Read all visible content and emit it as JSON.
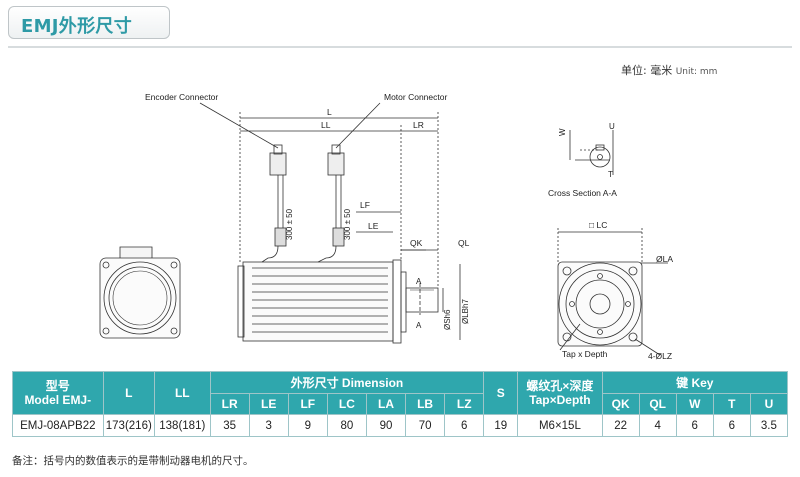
{
  "title": "EMJ外形尺寸",
  "unit_note": {
    "cn": "单位: 毫米",
    "en": "Unit: mm"
  },
  "drawing": {
    "encoder_connector": "Encoder Connector",
    "motor_connector": "Motor Connector",
    "cable_length": "300 ± 50",
    "dim_L": "L",
    "dim_LL": "LL",
    "dim_LR": "LR",
    "dim_LF": "LF",
    "dim_LE": "LE",
    "dim_QK": "QK",
    "dim_QL": "QL",
    "dim_A": "A",
    "dim_S": "ØSh6",
    "dim_LB": "ØLBh7",
    "cross_W": "W",
    "cross_U": "U",
    "cross_T": "T",
    "cross_section": "Cross Section A-A",
    "dim_LC": "□ LC",
    "dim_LA": "ØLA",
    "tap_depth": "Tap x Depth",
    "dim_LZ": "4-ØLZ"
  },
  "table": {
    "header": {
      "model_cn": "型号",
      "model_en": "Model EMJ-",
      "L": "L",
      "LL": "LL",
      "dimension_group": "外形尺寸 Dimension",
      "S": "S",
      "tap_cn": "螺纹孔×深度",
      "tap_en": "Tap×Depth",
      "key_group": "键 Key",
      "dim_cols": [
        "LR",
        "LE",
        "LF",
        "LC",
        "LA",
        "LB",
        "LZ"
      ],
      "key_cols": [
        "QK",
        "QL",
        "W",
        "T",
        "U"
      ]
    },
    "row": {
      "model": "EMJ-08APB22",
      "L": "173(216)",
      "LL": "138(181)",
      "dims": [
        "35",
        "3",
        "9",
        "80",
        "90",
        "70",
        "6"
      ],
      "S": "19",
      "tap": "M6×15L",
      "keys": [
        "22",
        "4",
        "6",
        "6",
        "3.5"
      ]
    }
  },
  "footnote": "备注：括号内的数值表示的是带制动器电机的尺寸。"
}
